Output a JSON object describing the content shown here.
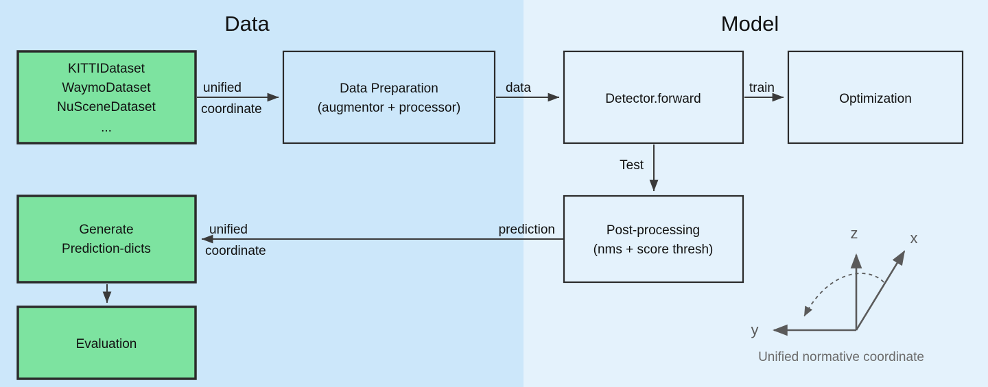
{
  "panels": {
    "left": {
      "title": "Data",
      "bg": "#cce7fa"
    },
    "right": {
      "title": "Model",
      "bg": "#e4f2fc"
    }
  },
  "colors": {
    "green_node": "#7de3a0",
    "node_border": "#2b2b2b",
    "connector": "#3a3a3a",
    "coord_gray": "#5a5a5a",
    "caption_gray": "#6b6b6b",
    "text": "#111111"
  },
  "nodes": {
    "datasets": {
      "lines": [
        "KITTIDataset",
        "WaymoDataset",
        "NuSceneDataset",
        "..."
      ],
      "style": "green"
    },
    "data_preparation": {
      "lines": [
        "Data Preparation",
        "(augmentor + processor)"
      ],
      "style": "plain-left"
    },
    "detector_forward": {
      "lines": [
        "Detector.forward"
      ],
      "style": "plain-right"
    },
    "optimization": {
      "lines": [
        "Optimization"
      ],
      "style": "plain-right"
    },
    "post_processing": {
      "lines": [
        "Post-processing",
        "(nms + score thresh)"
      ],
      "style": "plain-right"
    },
    "generate_prediction_dicts": {
      "lines": [
        "Generate",
        "Prediction-dicts"
      ],
      "style": "green"
    },
    "evaluation": {
      "lines": [
        "Evaluation"
      ],
      "style": "green"
    }
  },
  "edges": {
    "datasets_to_dataprep": {
      "lines": [
        "unified",
        "coordinate"
      ]
    },
    "dataprep_to_detector": {
      "lines": [
        "data"
      ]
    },
    "detector_to_optimization": {
      "lines": [
        "train"
      ]
    },
    "detector_to_postprocessing": {
      "lines": [
        "Test"
      ]
    },
    "postprocessing_to_generate": {
      "lines": [
        "prediction"
      ]
    },
    "postprocessing_to_generate_left": {
      "lines": [
        "unified",
        "coordinate"
      ]
    },
    "generate_to_evaluation": {
      "lines": []
    }
  },
  "coordinate_system": {
    "caption": "Unified normative coordinate",
    "axes": [
      {
        "name": "z",
        "label": "z"
      },
      {
        "name": "x",
        "label": "x"
      },
      {
        "name": "y",
        "label": "y"
      }
    ]
  }
}
